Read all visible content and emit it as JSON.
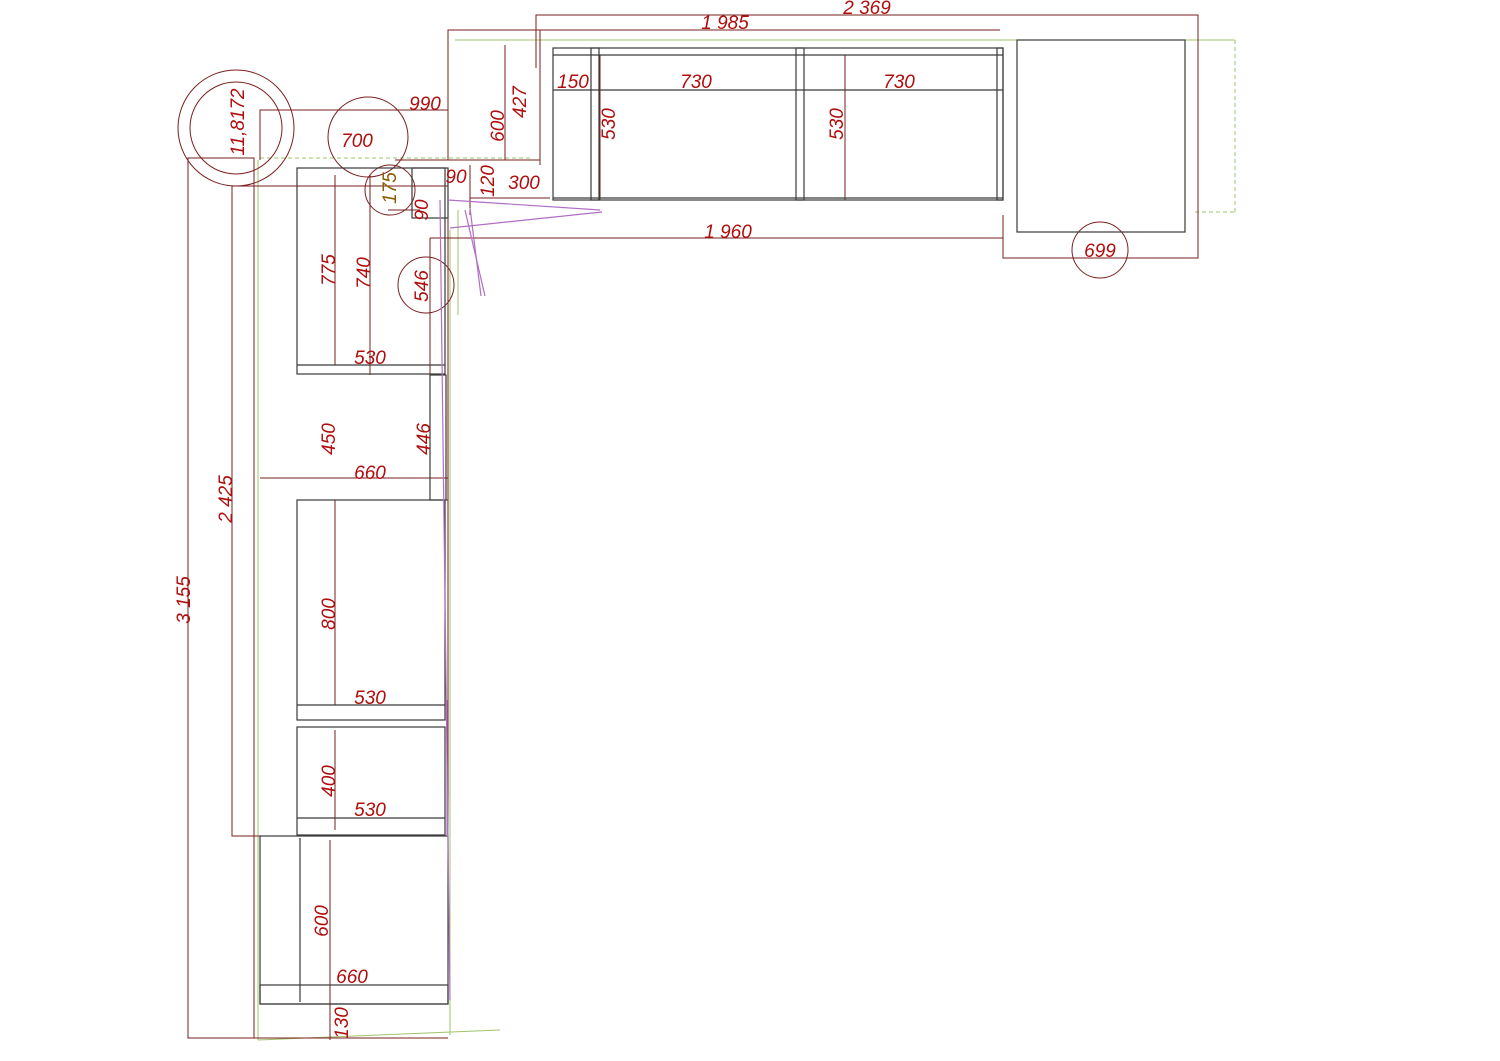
{
  "colors": {
    "background": "#ffffff",
    "dimension_text": "#b00d0d",
    "dimension_line": "#7a1f1f",
    "furniture_outline": "#3a3a3a",
    "wall_line": "#9fc46a",
    "door_line": "#b06fc4",
    "highlight_text": "#8a5a00"
  },
  "dimensions": {
    "overall_width": "2 369",
    "upper_run_length": "1 985",
    "countertop_length": "1 960",
    "left_total_length": "3 155",
    "left_run_length": "2 425",
    "corner_depth": "990",
    "corner_panel": "700",
    "angle": "11,8172",
    "filler_height": "427",
    "filler_depth": "600",
    "small_gap": "150",
    "top_cabinet_1_width": "730",
    "top_cabinet_2_width": "730",
    "top_cabinet_1_depth": "530",
    "top_cabinet_2_depth": "530",
    "gap_a": "90",
    "gap_b": "120",
    "corner_shelf": "300",
    "gap_c": "90",
    "corner_post": "175",
    "appliance_width": "699",
    "left_cabinet_1_height": "775",
    "left_cabinet_1_inner": "740",
    "left_cabinet_1_depth": "530",
    "corner_door": "546",
    "left_section_2_height": "450",
    "left_section_2_inner": "446",
    "left_section_2_depth": "660",
    "left_cabinet_3_height": "800",
    "left_cabinet_3_depth": "530",
    "left_cabinet_4_height": "400",
    "left_cabinet_4_depth": "530",
    "left_cabinet_5_height": "600",
    "left_cabinet_5_depth": "660",
    "bottom_gap": "130"
  }
}
